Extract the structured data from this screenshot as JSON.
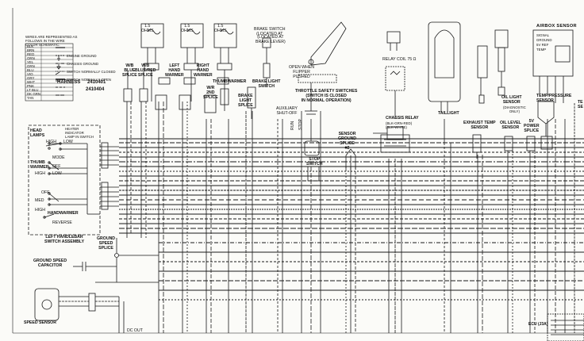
{
  "harness": {
    "label": "HARNESS",
    "numbers": [
      "2410401",
      "2410404"
    ]
  },
  "labels": {
    "wire_splice_blue": "W/B\nBLUE\nSPLICE",
    "wire_splice_blue_red": "W/B\nBLUE/RED\nSPLICE",
    "left_hand_warmer": "LEFT\nHAND\nWARMER",
    "right_hand_warmer": "RIGHT\nHAND\nWARMER",
    "thumbwarmer": "THUMBWARMER",
    "wr_2nd_splice": "W/R\n2ND\nSPLICE",
    "brake_light_switch": "BRAKE LIGHT\nSWITCH",
    "brake_light_splice": "BRAKE\nLIGHT\nSPLICE",
    "brake_switch_note": "(LOCATED AT\nBRAKE LEVER)",
    "open_when_flipper_pushed": "OPEN WHEN\nFLIPPER\nPUSHED",
    "throttle_safety": "THROTTLE SAFETY SWITCHES\n(SWITCH IS CLOSED\nIN NORMAL OPERATION)",
    "auxiliary_shutoff": "AUXILIARY\nSHUT-OFF",
    "stop_switch": "STOP\nSWITCH",
    "stop_wire": "STOP",
    "run_wire": "RUN",
    "relay_coil": "RELAY COIL 75 Ω",
    "chassis_relay": "CHASSIS RELAY",
    "chassis_relay_note": "(BLK-GRN-RED)\n(BLK-WHITE)",
    "sensor_ground_splice": "SENSOR\nGROUND\nSPLICE\n#2",
    "taillight": "TAILLIGHT",
    "oil_light_sensor": "OIL LIGHT\nSENSOR",
    "oil_light_note": "(DIAGNOSTIC\nONLY)",
    "airbox_sensor": "AIRBOX SENSOR",
    "exhaust_temp_sensor": "EXHAUST TEMP\nSENSOR",
    "oil_level_sensor": "OIL LEVEL\nSENSOR",
    "power_splice_5v": "5V\nPOWER\nSPLICE",
    "temp_pressure_sensor": "TEMP/PRESSURE\nSENSOR",
    "tmp_sensor_partial": "TE\nSE",
    "head_lamps": "HEAD\nLAMPS",
    "high": "HIGH",
    "low": "LOW",
    "heater_indicator": "HEATER\nINDICATOR\nLAMP IN SWITCH",
    "thumb_warmer": "THUMB\nWARMER",
    "mode": "MODE",
    "off": "OFF",
    "on": "ON",
    "med": "MED",
    "handwarmer": "HANDWARMER",
    "reverse": "REVERSE",
    "left_handlebar_switch": "LEFT HANDLEBAR\nSWITCH ASSEMBLY",
    "ground_speed_splice": "GROUND\nSPEED\nSPLICE",
    "ground_speed_capacitor": "GROUND SPEED\nCAPACITOR",
    "speed_sensor": "SPEED SENSOR",
    "ecu_label": "ECU (J3A)",
    "bottom_note": "DC OUT",
    "legend_note": "WIRES ARE REPRESENTED AS\nFOLLOWS IN THE WIRE\nCOLOR SCHEMATIC.",
    "legend_engine_ground": "ENGINE GROUND",
    "legend_chassis_ground": "CHASSIS GROUND",
    "legend_normally_closed": "SWITCH NORMALLY CLOSED",
    "legend_normally_open": "SWITCH NORMALLY OPEN",
    "warmer_ohms_1": "1.5\nOHMS",
    "warmer_ohms_2": "1.5\nOHMS",
    "warmer_ohms_3": "1.5\nOHMS",
    "brake_switch_top": "BRAKE SWITCH\n(LOCATED AT"
  },
  "legend_rows": [
    "BLK",
    "BRN",
    "RED",
    "ORN",
    "YEL",
    "GRN",
    "BLU",
    "VIO",
    "GRY",
    "WHT",
    "PNK",
    "LT BLU",
    "DK GRN",
    "TAN"
  ],
  "airbox_pins": [
    "SIGNAL",
    "GROUND",
    "5V REF",
    "TEMP"
  ],
  "colors": {
    "ink": "#111111",
    "paper": "#fbfbf8",
    "wire": "#1a1a1a"
  }
}
